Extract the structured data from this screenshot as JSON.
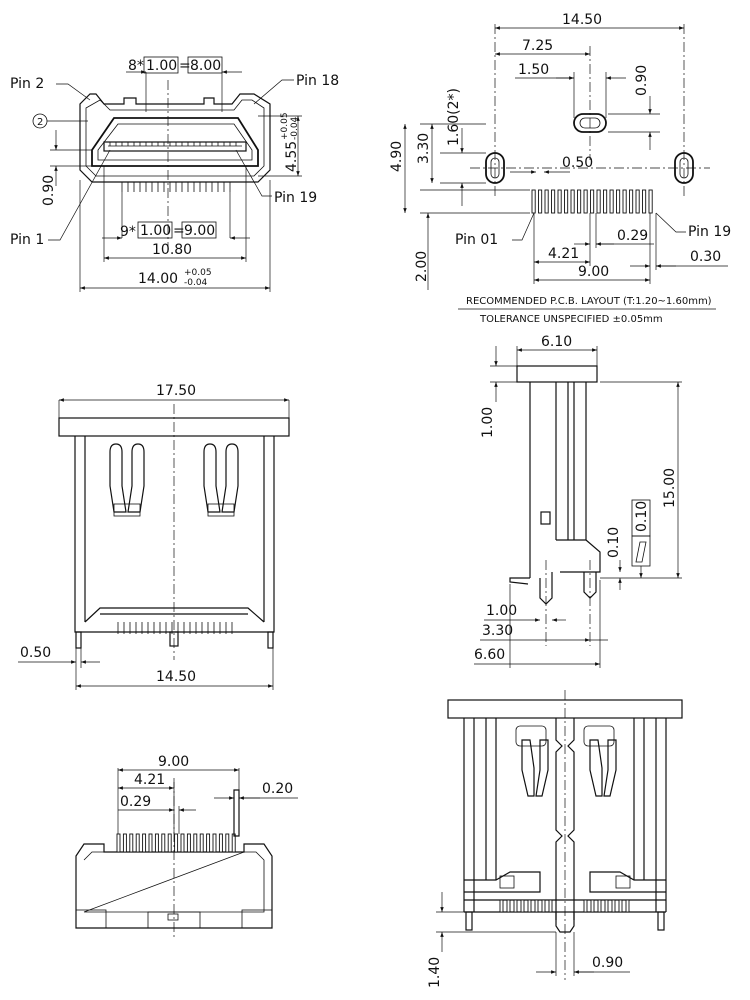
{
  "labels": {
    "pin2": "Pin 2",
    "pin18": "Pin 18",
    "pin19": "Pin 19",
    "pin1": "Pin 1",
    "pin01_pcb": "Pin 01",
    "pin19_pcb": "Pin 19",
    "circle_mark": "2"
  },
  "front_view": {
    "pitch_top_prefix": "8*",
    "pitch_top_a": "1.00",
    "pitch_top_eq": "=",
    "pitch_top_b": "8.00",
    "pitch_bottom_prefix": "9*",
    "pitch_bottom_a": "1.00",
    "pitch_bottom_eq": "=",
    "pitch_bottom_b": "9.00",
    "width_inner": "10.80",
    "width_total": "14.00",
    "width_total_tol_plus": "+0.05",
    "width_total_tol_minus": "-0.04",
    "height_right": "4.55",
    "height_right_tol_plus": "+0.05",
    "height_right_tol_minus": "-0.04",
    "height_left": "0.90"
  },
  "pcb_layout": {
    "w_total": "14.50",
    "w_half": "7.25",
    "slot_len": "1.50",
    "slot_h": "0.90",
    "v_160": "1.60(2*)",
    "v_330": "3.30",
    "v_490": "4.90",
    "pad_gap": "0.50",
    "v_200": "2.00",
    "d_421": "4.21",
    "d_029": "0.29",
    "d_900": "9.00",
    "d_030": "0.30",
    "note1": "RECOMMENDED   P.C.B.  LAYOUT  (T:1.20~1.60mm)",
    "note2": "TOLERANCE  UNSPECIFIED  ±0.05mm"
  },
  "top_view": {
    "width_flange": "17.50",
    "width_body": "14.50",
    "pin_offset": "0.50"
  },
  "side_view": {
    "depth": "6.10",
    "flange": "1.00",
    "height": "15.00",
    "tol_box": "0.10",
    "flat_val": "0.10",
    "d100": "1.00",
    "d330": "3.30",
    "d660": "6.60"
  },
  "bottom_view": {
    "d900": "9.00",
    "d421": "4.21",
    "d029": "0.29",
    "d020": "0.20"
  },
  "back_view": {
    "d140": "1.40",
    "d090": "0.90"
  }
}
